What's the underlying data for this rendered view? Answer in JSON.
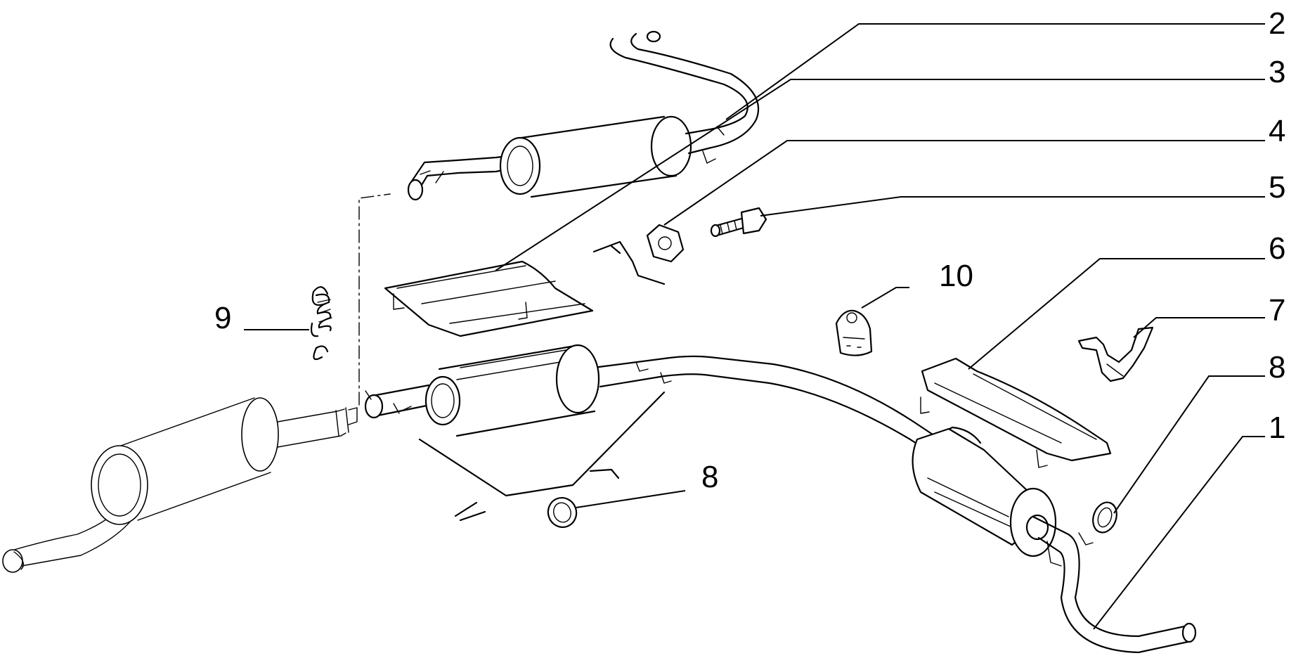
{
  "callouts": [
    {
      "id": "c1",
      "text": "1"
    },
    {
      "id": "c2",
      "text": "2"
    },
    {
      "id": "c3",
      "text": "3"
    },
    {
      "id": "c4",
      "text": "4"
    },
    {
      "id": "c5",
      "text": "5"
    },
    {
      "id": "c6",
      "text": "6"
    },
    {
      "id": "c7",
      "text": "7"
    },
    {
      "id": "c8a",
      "text": "8"
    },
    {
      "id": "c8b",
      "text": "8"
    },
    {
      "id": "c9",
      "text": "9"
    },
    {
      "id": "c10",
      "text": "10"
    }
  ]
}
